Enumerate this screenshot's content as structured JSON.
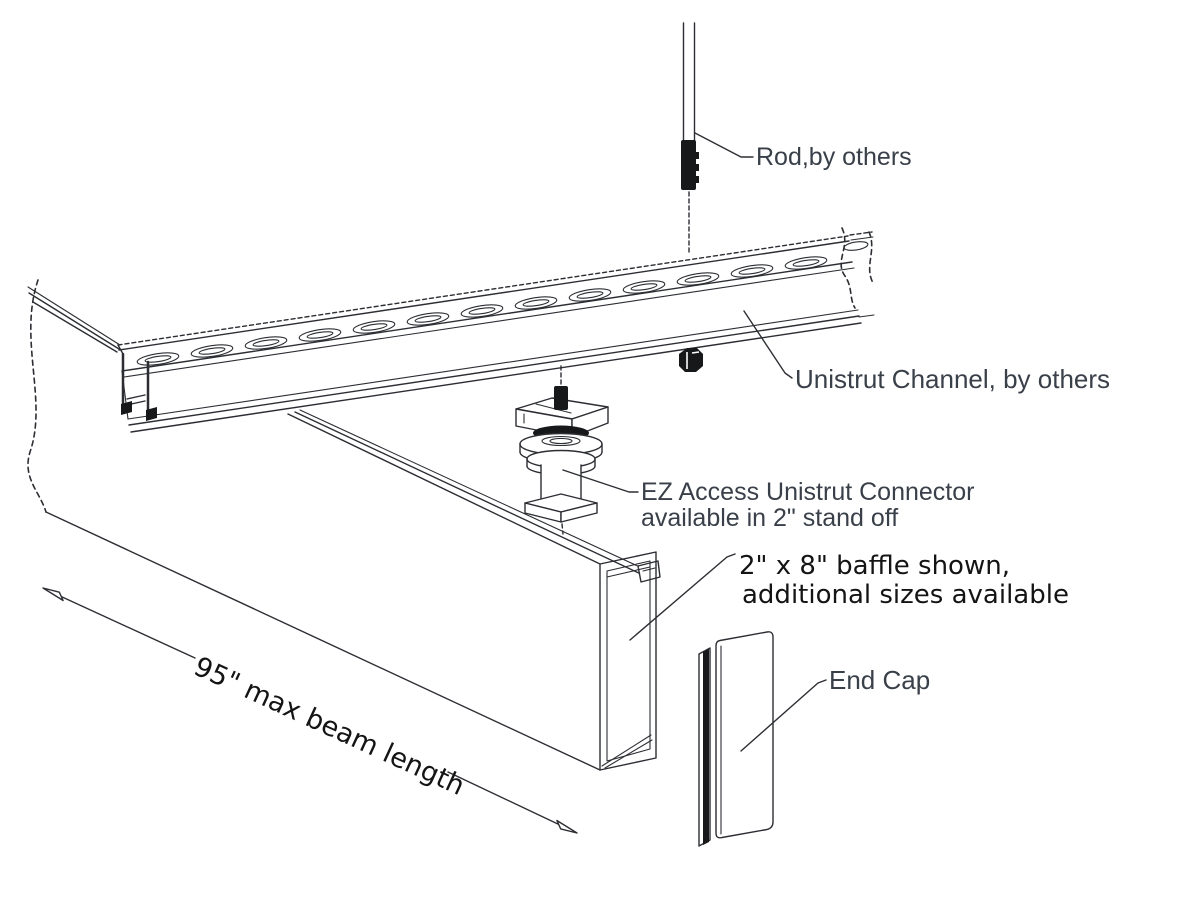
{
  "diagram": {
    "labels": {
      "rod": "Rod,by others",
      "unistrut": "Unistrut Channel, by others",
      "connector_line1": "EZ Access Unistrut Connector",
      "connector_line2": "available in 2\" stand off",
      "baffle_line1": "2\" x 8\" baffle shown,",
      "baffle_line2": "additional sizes available",
      "end_cap": "End Cap",
      "dimension": "95\" max beam length"
    },
    "colors": {
      "background": "#ffffff",
      "line": "#2c2e33",
      "label_text": "#3a4049",
      "annotation_text": "#141414"
    }
  }
}
